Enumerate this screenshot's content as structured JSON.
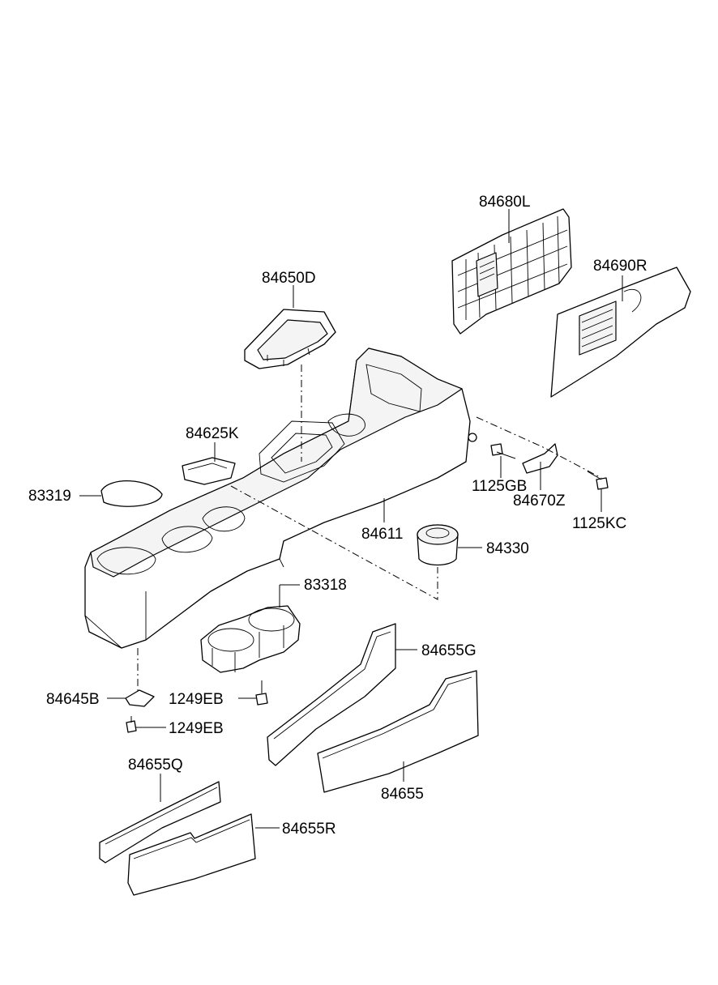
{
  "labels": {
    "p84680L": "84680L",
    "p84690R": "84690R",
    "p84650D": "84650D",
    "p84625K": "84625K",
    "p83319": "83319",
    "p84611": "84611",
    "p1125GB": "1125GB",
    "p84670Z": "84670Z",
    "p1125KC": "1125KC",
    "p84330": "84330",
    "p83318": "83318",
    "p84655G": "84655G",
    "p84645B": "84645B",
    "p1249EB_a": "1249EB",
    "p1249EB_b": "1249EB",
    "p84655Q": "84655Q",
    "p84655": "84655",
    "p84655R": "84655R"
  }
}
